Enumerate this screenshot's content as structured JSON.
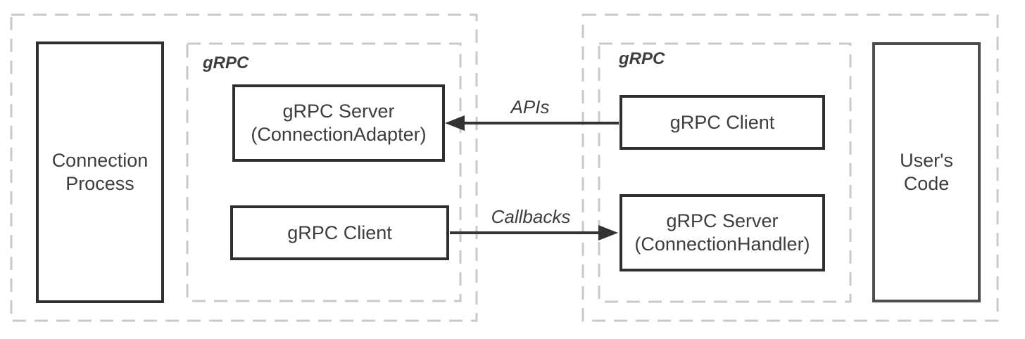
{
  "left_container": {
    "process_box": {
      "label": "Connection Process"
    },
    "grpc_group": {
      "label": "gRPC",
      "server_box": {
        "line1": "gRPC Server",
        "line2": "(ConnectionAdapter)"
      },
      "client_box": {
        "label": "gRPC Client"
      }
    }
  },
  "right_container": {
    "grpc_group": {
      "label": "gRPC",
      "client_box": {
        "label": "gRPC Client"
      },
      "server_box": {
        "line1": "gRPC Server",
        "line2": "(ConnectionHandler)"
      }
    },
    "user_code_box": {
      "label": "User's Code"
    }
  },
  "arrows": {
    "apis": {
      "label": "APIs",
      "direction": "left"
    },
    "callbacks": {
      "label": "Callbacks",
      "direction": "right"
    }
  },
  "colors": {
    "background": "#ffffff",
    "dashed_border": "#c9c9c9",
    "solid_border": "#2f2f2f",
    "user_code_border": "#4d4d4d",
    "arrow": "#333333",
    "text": "#3d3d3d"
  }
}
